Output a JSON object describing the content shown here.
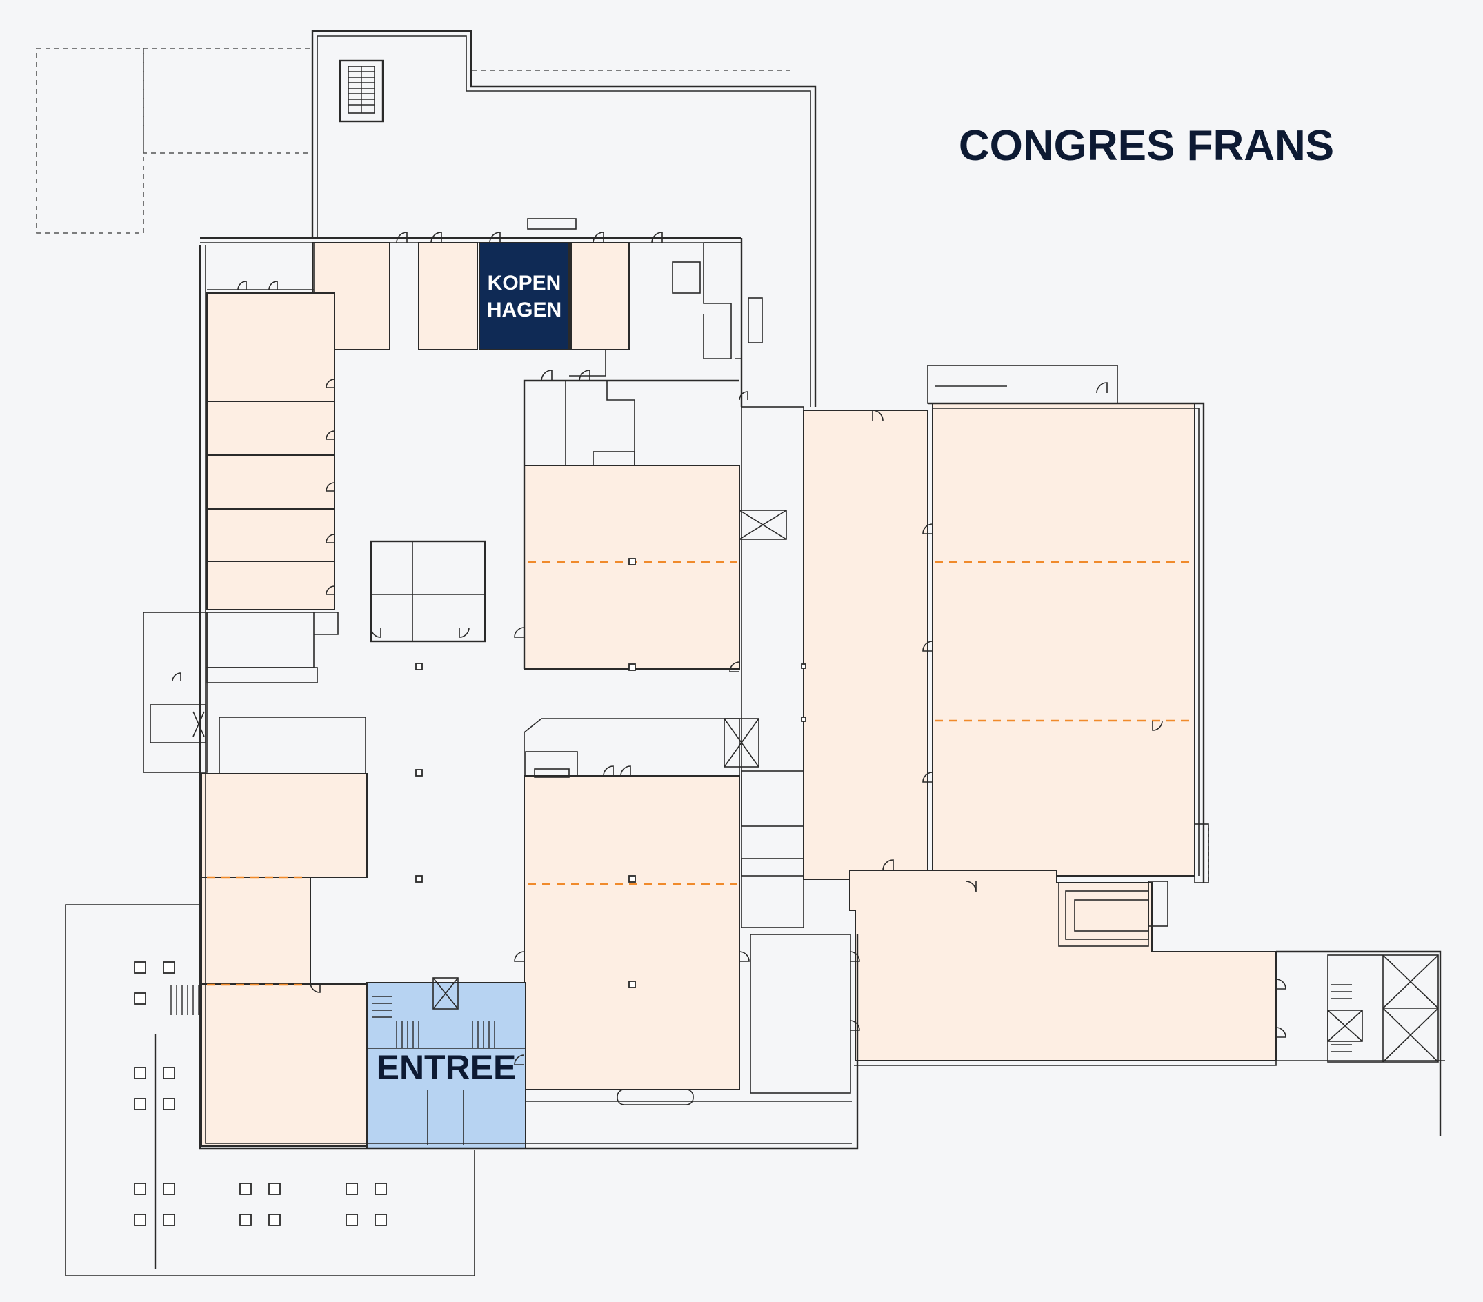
{
  "map": {
    "title": "CONGRES FRANS",
    "highlighted_room": {
      "label_line1": "KOPEN",
      "label_line2": "HAGEN"
    },
    "entrance": {
      "label": "ENTREE"
    }
  },
  "colors": {
    "background": "#f5f6f8",
    "room_fill": "#fdeee3",
    "highlight_fill": "#0f2a55",
    "entrance_fill": "#b7d3f2",
    "divider": "#f08a2b",
    "title_color": "#0d1a33",
    "wall": "#2a2a2a"
  }
}
